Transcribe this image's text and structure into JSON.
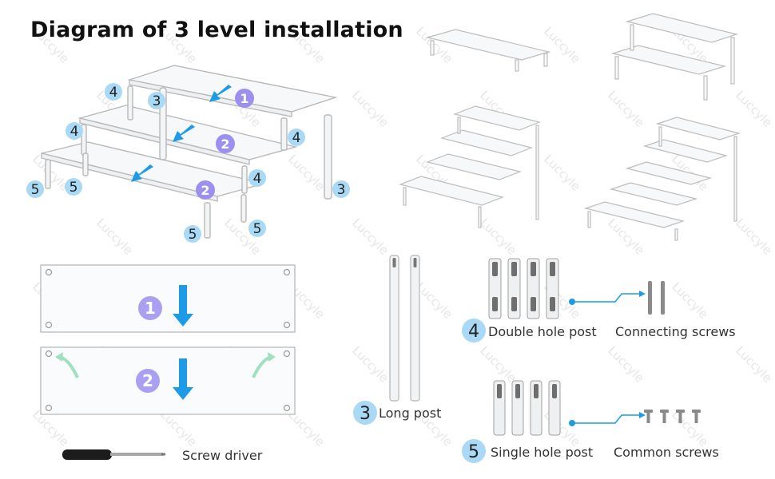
{
  "title": "Diagram of 3 level installation",
  "watermark": "Luccyle",
  "colors": {
    "arrow_blue": "#1e9be6",
    "badge_blue": "#a9d9f5",
    "badge_purple": "#9b8fef",
    "curve_green": "#9fe0c1"
  },
  "callouts": {
    "n1": "1",
    "n2": "2",
    "n3": "3",
    "n4": "4",
    "n5": "5"
  },
  "parts": {
    "long_post": {
      "number": "3",
      "label": "Long post"
    },
    "double_hole_post": {
      "number": "4",
      "label": "Double hole post"
    },
    "single_hole_post": {
      "number": "5",
      "label": "Single hole post"
    },
    "connecting_screws": "Connecting screws",
    "common_screws": "Common screws",
    "screw_driver": "Screw driver"
  }
}
